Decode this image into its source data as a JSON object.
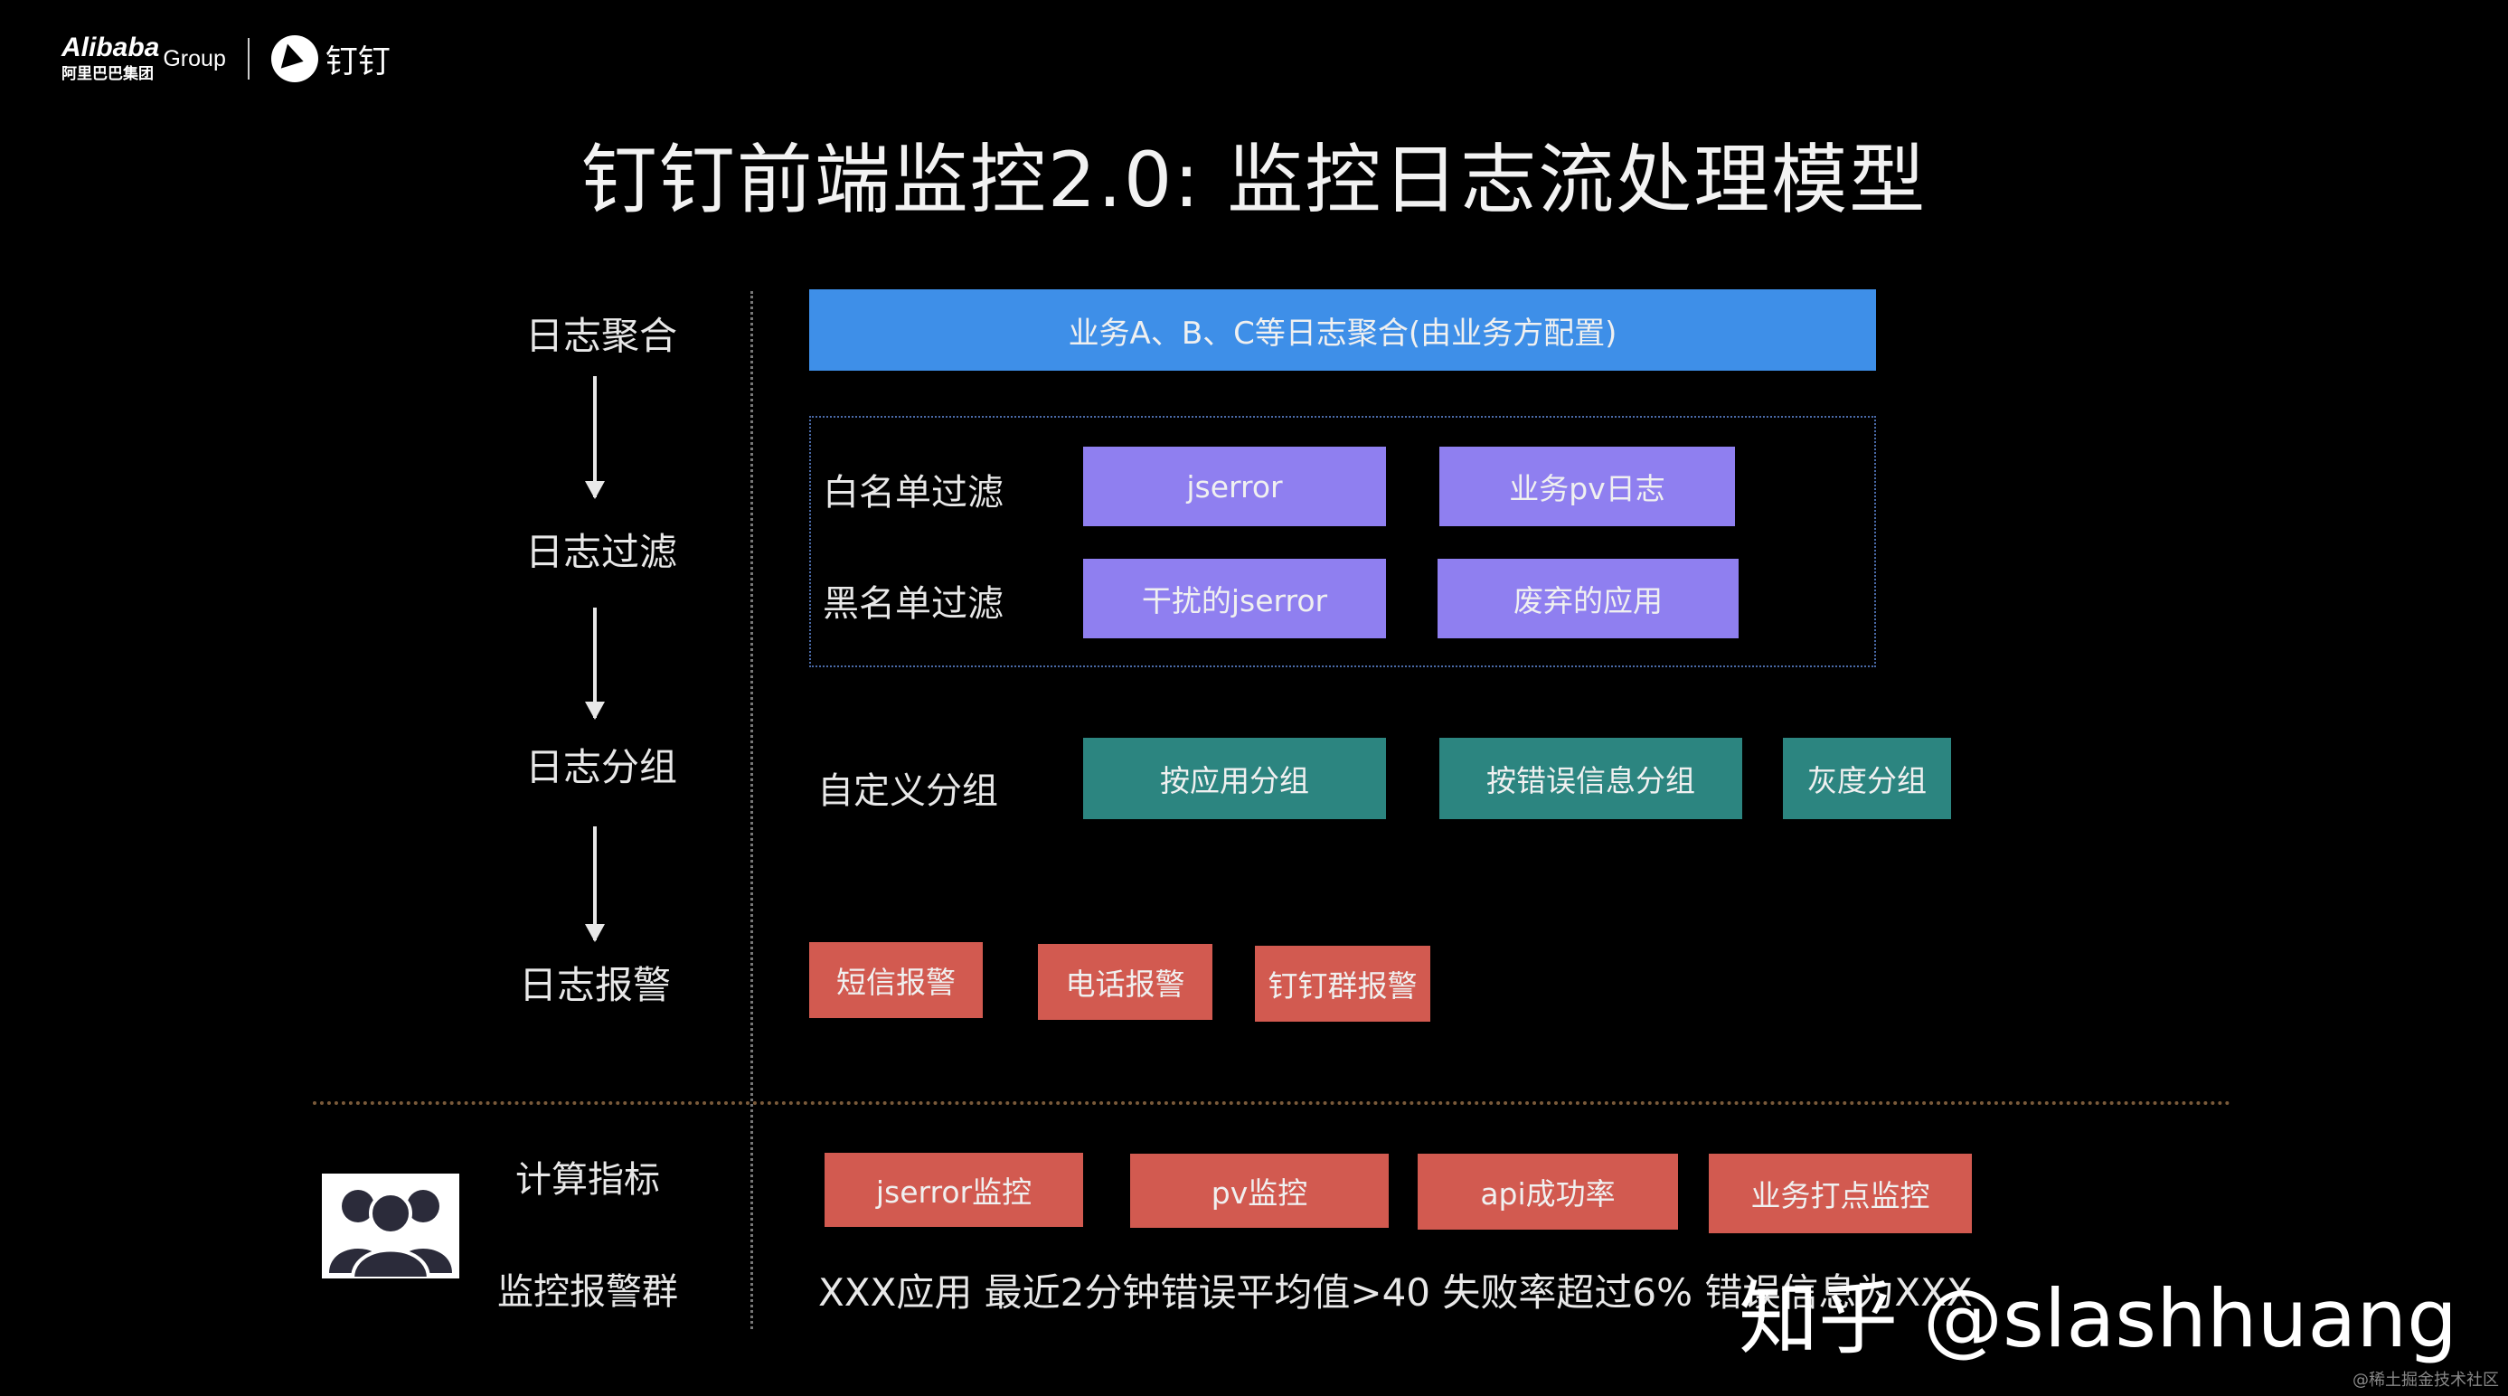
{
  "header": {
    "brand_en": "Alibaba",
    "brand_cn": "阿里巴巴集团",
    "group": "Group",
    "product": "钉钉",
    "icon": "dingtalk-logo-icon"
  },
  "title": "钉钉前端监控2.0: 监控日志流处理模型",
  "stages": [
    "日志聚合",
    "日志过滤",
    "日志分组",
    "日志报警"
  ],
  "aggregate_bar": "业务A、B、C等日志聚合(由业务方配置)",
  "filters": {
    "whitelist_label": "白名单过滤",
    "whitelist_items": [
      "jserror",
      "业务pv日志"
    ],
    "blacklist_label": "黑名单过滤",
    "blacklist_items": [
      "干扰的jserror",
      "废弃的应用"
    ]
  },
  "grouping": {
    "label": "自定义分组",
    "items": [
      "按应用分组",
      "按错误信息分组",
      "灰度分组"
    ]
  },
  "alerts": [
    "短信报警",
    "电话报警",
    "钉钉群报警"
  ],
  "metrics": {
    "label": "计算指标",
    "items": [
      "jserror监控",
      "pv监控",
      "api成功率",
      "业务打点监控"
    ]
  },
  "alert_group": {
    "label": "监控报警群",
    "message": "XXX应用 最近2分钟错误平均值>40 失败率超过6% 错误信息为XXX"
  },
  "watermark": "知乎 @slashhuang",
  "corner_note": "@稀土掘金技术社区",
  "colors": {
    "blue": "#3e8fe8",
    "purple": "#8f7ff0",
    "teal": "#2c8580",
    "red": "#d25a50"
  }
}
